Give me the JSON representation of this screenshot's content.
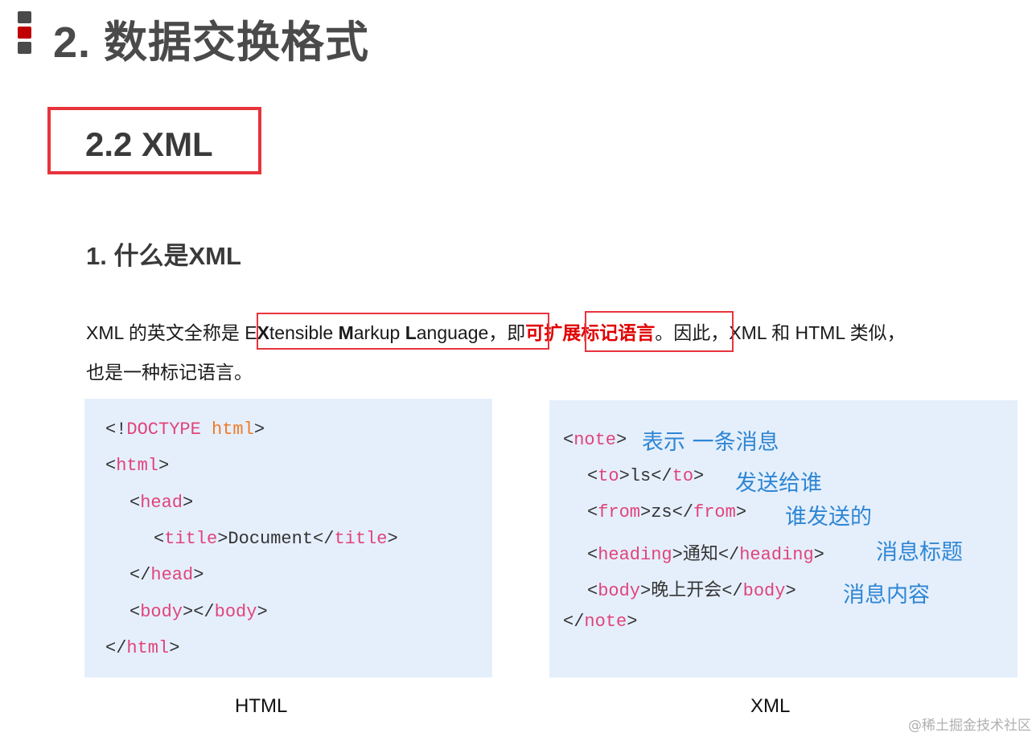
{
  "chapter": {
    "title": "2. 数据交换格式"
  },
  "section": {
    "title": "2.2 XML"
  },
  "subsection": {
    "title": "1. 什么是XML"
  },
  "intro": {
    "prefix": "XML 的英文全称是 ",
    "full_name": {
      "E": "E",
      "X": "X",
      "tensible": "tensible ",
      "M": "M",
      "arkup": "arkup ",
      "L": "L",
      "anguage": "anguage"
    },
    "mid": "，即",
    "meaning": "可扩展标记语言",
    "suffix": "。因此，XML 和 HTML 类似，",
    "line2": "也是一种标记语言。"
  },
  "html_example": {
    "caption": "HTML",
    "lines": {
      "l1": {
        "a": "<!",
        "b": "DOCTYPE",
        "c": " ",
        "d": "html",
        "e": ">"
      },
      "l2": {
        "a": "<",
        "b": "html",
        "c": ">"
      },
      "l3": {
        "a": "<",
        "b": "head",
        "c": ">"
      },
      "l4": {
        "a": "<",
        "b": "title",
        "c": ">Document</",
        "d": "title",
        "e": ">"
      },
      "l5": {
        "a": "</",
        "b": "head",
        "c": ">"
      },
      "l6": {
        "a": "<",
        "b": "body",
        "c": "></",
        "d": "body",
        "e": ">"
      },
      "l7": {
        "a": "</",
        "b": "html",
        "c": ">"
      }
    }
  },
  "xml_example": {
    "caption": "XML",
    "lines": {
      "l1": {
        "a": "<",
        "b": "note",
        "c": ">"
      },
      "l2": {
        "a": "<",
        "b": "to",
        "c": ">ls</",
        "d": "to",
        "e": ">"
      },
      "l3": {
        "a": "<",
        "b": "from",
        "c": ">zs</",
        "d": "from",
        "e": ">"
      },
      "l4": {
        "a": "<",
        "b": "heading",
        "c": ">通知</",
        "d": "heading",
        "e": ">"
      },
      "l5": {
        "a": "<",
        "b": "body",
        "c": ">晚上开会</",
        "d": "body",
        "e": ">"
      },
      "l6": {
        "a": "</",
        "b": "note",
        "c": ">"
      }
    },
    "annotations": {
      "note": "表示 一条消息",
      "to": "发送给谁",
      "from": "谁发送的",
      "heading": "消息标题",
      "body": "消息内容"
    }
  },
  "watermark": "@稀土掘金技术社区",
  "colors": {
    "accent_red": "#e8333c",
    "code_background": "#e5effc",
    "tag_pink": "#e0447a",
    "annotation_blue": "#2e86d4"
  }
}
